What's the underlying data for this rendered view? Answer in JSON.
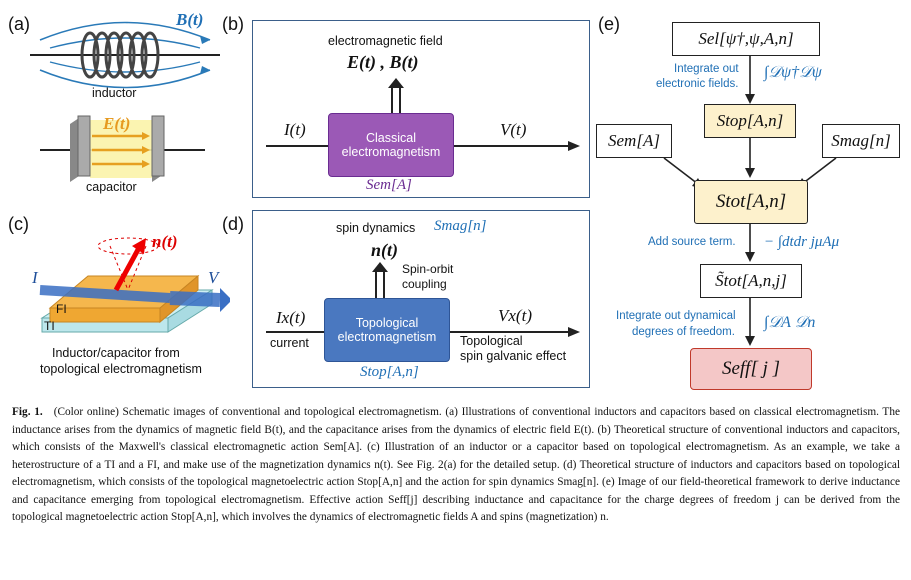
{
  "panels": {
    "a": {
      "label": "(a)",
      "inductor_label": "inductor",
      "capacitor_label": "capacitor",
      "b_field": "B(t)",
      "e_field": "E(t)"
    },
    "b": {
      "label": "(b)",
      "top_label": "electromagnetic field",
      "fields": "E(t) , B(t)",
      "box_label_line1": "Classical",
      "box_label_line2": "electromagnetism",
      "input": "I(t)",
      "output": "V(t)",
      "action": "Sem[A]"
    },
    "c": {
      "label": "(c)",
      "moment": "n(t)",
      "current": "I",
      "voltage": "V",
      "fi": "FI",
      "ti": "TI",
      "caption_line1": "Inductor/capacitor from",
      "caption_line2": "topological electromagnetism"
    },
    "d": {
      "label": "(d)",
      "top_label": "spin dynamics",
      "mag_action": "Smag[n]",
      "moment": "n(t)",
      "coupling_line1": "Spin-orbit",
      "coupling_line2": "coupling",
      "box_label_line1": "Topological",
      "box_label_line2": "electromagnetism",
      "input": "Ix(t)",
      "input_label": "current",
      "output": "Vx(t)",
      "output_label_line1": "Topological",
      "output_label_line2": "spin galvanic effect",
      "action": "Stop[A,n]"
    },
    "e": {
      "label": "(e)",
      "s_el": "Sel[ψ†,ψ,A,n]",
      "step1_line1": "Integrate out",
      "step1_line2": "electronic fields.",
      "step1_formula": "∫𝒟ψ†𝒟ψ",
      "s_top": "Stop[A,n]",
      "s_em": "Sem[A]",
      "s_mag": "Smag[n]",
      "s_tot": "Stot[A,n]",
      "step2_line1": "Add source term.",
      "step2_formula": "− ∫dtdr jμAμ",
      "s_tot_j": "S̃tot[A,n,j]",
      "step3_line1": "Integrate out dynamical",
      "step3_line2": "degrees of freedom.",
      "step3_formula": "∫𝒟A 𝒟n",
      "s_eff": "Seff[ j ]"
    }
  },
  "caption": {
    "fig": "Fig. 1.",
    "text": "(Color online) Schematic images of conventional and topological electromagnetism. (a) Illustrations of conventional inductors and capacitors based on classical electromagnetism. The inductance arises from the dynamics of magnetic field B(t), and the capacitance arises from the dynamics of electric field E(t). (b) Theoretical structure of conventional inductors and capacitors, which consists of the Maxwell's classical electromagnetic action Sem[A]. (c) Illustration of an inductor or a capacitor based on topological electromagnetism. As an example, we take a heterostructure of a TI and a FI, and make use of the magnetization dynamics n(t). See Fig. 2(a) for the detailed setup. (d) Theoretical structure of inductors and capacitors based on topological electromagnetism, which consists of the topological magnetoelectric action Stop[A,n] and the action for spin dynamics Smag[n]. (e) Image of our field-theoretical framework to derive inductance and capacitance emerging from topological electromagnetism. Effective action Seff[j] describing inductance and capacitance for the charge degrees of freedom j can be derived from the topological magnetoelectric action Stop[A,n], which involves the dynamics of electromagnetic fields A and spins (magnetization) n."
  },
  "colors": {
    "classical_box": "#9b59b6",
    "topological_box": "#4a78c0",
    "seff_box": "#f4c7c7",
    "stot_box": "#fdf1cc",
    "blue_text": "#1f6fb5"
  }
}
